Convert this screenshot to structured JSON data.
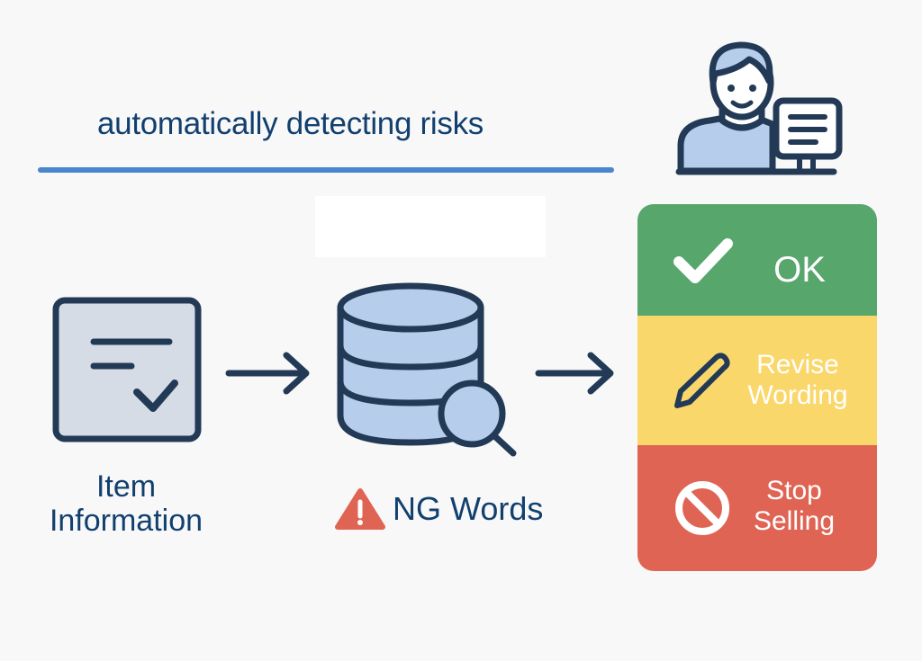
{
  "header": {
    "title": "automatically detecting risks"
  },
  "colors": {
    "title_text": "#12406e",
    "accent_rule": "#4a86cc",
    "icon_stroke": "#233a56",
    "icon_fill": "#b6cdec",
    "ok": "#57a66b",
    "revise": "#fad76a",
    "stop": "#e06454",
    "warning": "#e06454"
  },
  "reviewer": {
    "icon": "person-with-monitor-icon"
  },
  "flow": {
    "steps": [
      {
        "icon": "document-check-icon",
        "label_line1": "Item",
        "label_line2": "Information"
      },
      {
        "icon": "database-search-icon",
        "badge_icon": "warning-icon",
        "label": "NG Words"
      }
    ],
    "arrows": [
      "arrow-right-icon",
      "arrow-right-icon"
    ]
  },
  "results": [
    {
      "icon": "checkmark-icon",
      "label": "OK"
    },
    {
      "icon": "pencil-icon",
      "label_line1": "Revise",
      "label_line2": "Wording"
    },
    {
      "icon": "prohibited-icon",
      "label_line1": "Stop",
      "label_line2": "Selling"
    }
  ]
}
